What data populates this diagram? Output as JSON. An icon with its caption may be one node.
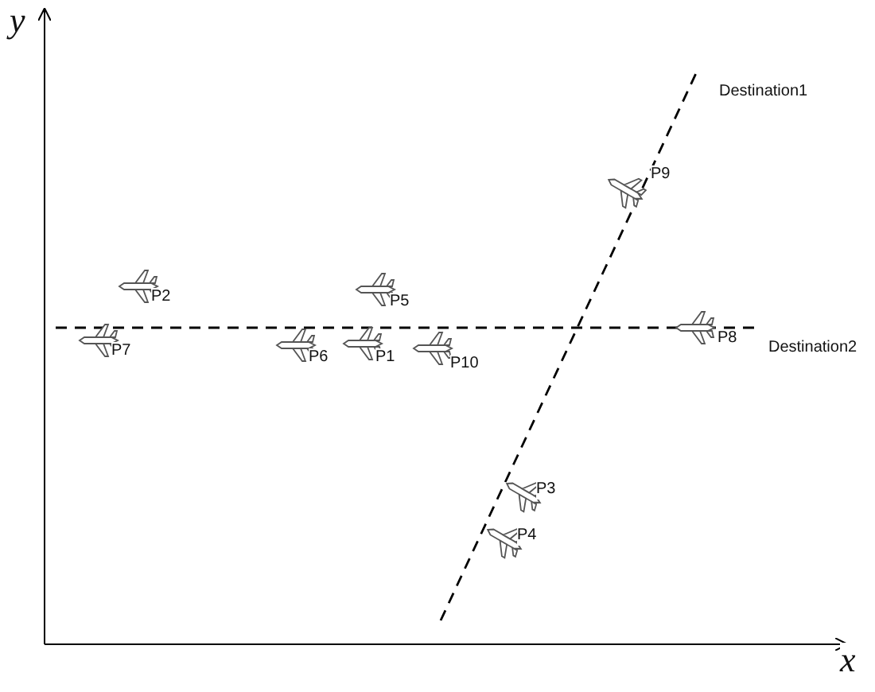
{
  "diagram": {
    "labels": [
      "y",
      "Destination1",
      "P9",
      "P2",
      "P5",
      "P7",
      "P6",
      "P1",
      "P10",
      "P8",
      "Destination2",
      "P3",
      "P4",
      "x"
    ]
  }
}
